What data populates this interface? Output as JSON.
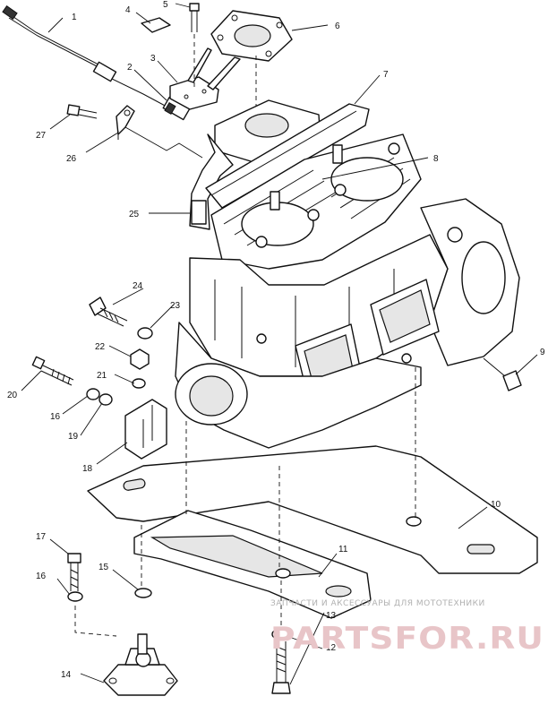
{
  "watermark": {
    "tagline": "ЗАПЧАСТИ И АКСЕССУАРЫ ДЛЯ МОТОТЕХНИКИ",
    "logo": "PARTSFOR.RU"
  },
  "callouts": [
    {
      "id": "c1",
      "label": "1"
    },
    {
      "id": "c2",
      "label": "2"
    },
    {
      "id": "c3",
      "label": "3"
    },
    {
      "id": "c4",
      "label": "4"
    },
    {
      "id": "c5",
      "label": "5"
    },
    {
      "id": "c6",
      "label": "6"
    },
    {
      "id": "c7",
      "label": "7"
    },
    {
      "id": "c8",
      "label": "8"
    },
    {
      "id": "c9",
      "label": "9"
    },
    {
      "id": "c10",
      "label": "10"
    },
    {
      "id": "c11",
      "label": "11"
    },
    {
      "id": "c12",
      "label": "12"
    },
    {
      "id": "c13",
      "label": "13"
    },
    {
      "id": "c14",
      "label": "14"
    },
    {
      "id": "c15",
      "label": "15"
    },
    {
      "id": "c16a",
      "label": "16"
    },
    {
      "id": "c16b",
      "label": "16"
    },
    {
      "id": "c17",
      "label": "17"
    },
    {
      "id": "c18",
      "label": "18"
    },
    {
      "id": "c19",
      "label": "19"
    },
    {
      "id": "c20",
      "label": "20"
    },
    {
      "id": "c21",
      "label": "21"
    },
    {
      "id": "c22",
      "label": "22"
    },
    {
      "id": "c23",
      "label": "23"
    },
    {
      "id": "c24",
      "label": "24"
    },
    {
      "id": "c25",
      "label": "25"
    },
    {
      "id": "c26",
      "label": "26"
    },
    {
      "id": "c27",
      "label": "27"
    }
  ]
}
